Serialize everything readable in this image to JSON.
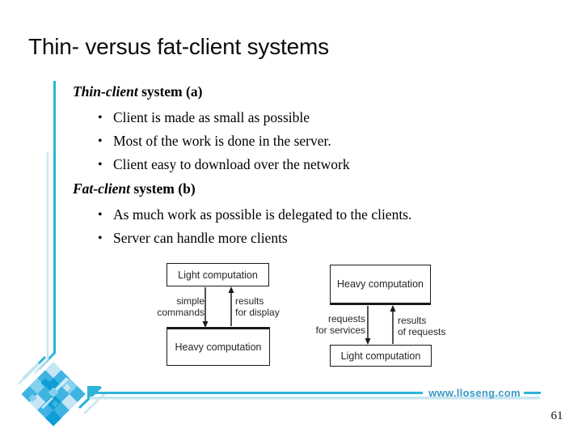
{
  "slide": {
    "title": "Thin- versus fat-client systems",
    "page_number": "61",
    "footer_url": "www.lloseng.com"
  },
  "content": {
    "bullet_glyph": "•",
    "sections": [
      {
        "heading_italic": "Thin-client",
        "heading_regular": " system (a)",
        "bullets": [
          "Client is made as small as possible",
          "Most of the work is done in the server.",
          "Client easy to download over the network"
        ]
      },
      {
        "heading_italic": "Fat-client",
        "heading_regular": " system (b)",
        "bullets": [
          "As much work as possible is delegated to the clients.",
          "Server can handle more clients"
        ]
      }
    ]
  },
  "diagrams": [
    {
      "top_box": "Light computation",
      "bottom_box": "Heavy computation",
      "down_arrow_label": [
        "simple",
        "commands"
      ],
      "up_arrow_label": [
        "results",
        "for display"
      ]
    },
    {
      "top_box": "Heavy computation",
      "bottom_box": "Light computation",
      "down_arrow_label": [
        "requests",
        "for services"
      ],
      "up_arrow_label": [
        "results",
        "of requests"
      ]
    }
  ],
  "colors": {
    "accent_teal": "#2db4d8",
    "accent_light": "#c9e5f2",
    "footer_text": "#3a99c9",
    "logo_dark": "#0d9ed6",
    "logo_mid": "#3fb4e2",
    "logo_light": "#85d0ee",
    "logo_pale": "#c6e6f6",
    "diagram_line": "#1a1a1a"
  }
}
